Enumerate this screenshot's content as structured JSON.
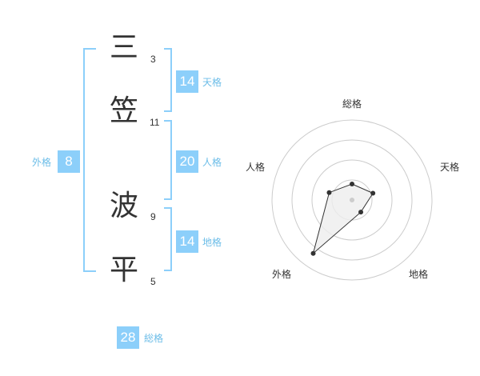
{
  "name": {
    "chars": [
      {
        "char": "三",
        "strokes": "3"
      },
      {
        "char": "笠",
        "strokes": "11"
      },
      {
        "char": "波",
        "strokes": "9"
      },
      {
        "char": "平",
        "strokes": "5"
      }
    ]
  },
  "fortune": {
    "tenkaku": {
      "label": "天格",
      "value": "14"
    },
    "jinkaku": {
      "label": "人格",
      "value": "20"
    },
    "chikaku": {
      "label": "地格",
      "value": "14"
    },
    "gaikaku": {
      "label": "外格",
      "value": "8"
    },
    "soukaku": {
      "label": "総格",
      "value": "28"
    }
  },
  "radar": {
    "labels": {
      "top": "総格",
      "upper_right": "天格",
      "lower_right": "地格",
      "lower_left": "外格",
      "upper_left": "人格"
    },
    "colors": {
      "ring": "#cccccc",
      "polygon": "#333333",
      "fill": "#eeeeee",
      "point": "#333333",
      "center": "#cccccc"
    }
  },
  "chart_data": {
    "type": "radar",
    "categories": [
      "総格",
      "天格",
      "地格",
      "外格",
      "人格"
    ],
    "values": [
      0.8,
      1.1,
      0.75,
      3.3,
      1.2
    ],
    "rings": 4,
    "rmax": 4
  }
}
